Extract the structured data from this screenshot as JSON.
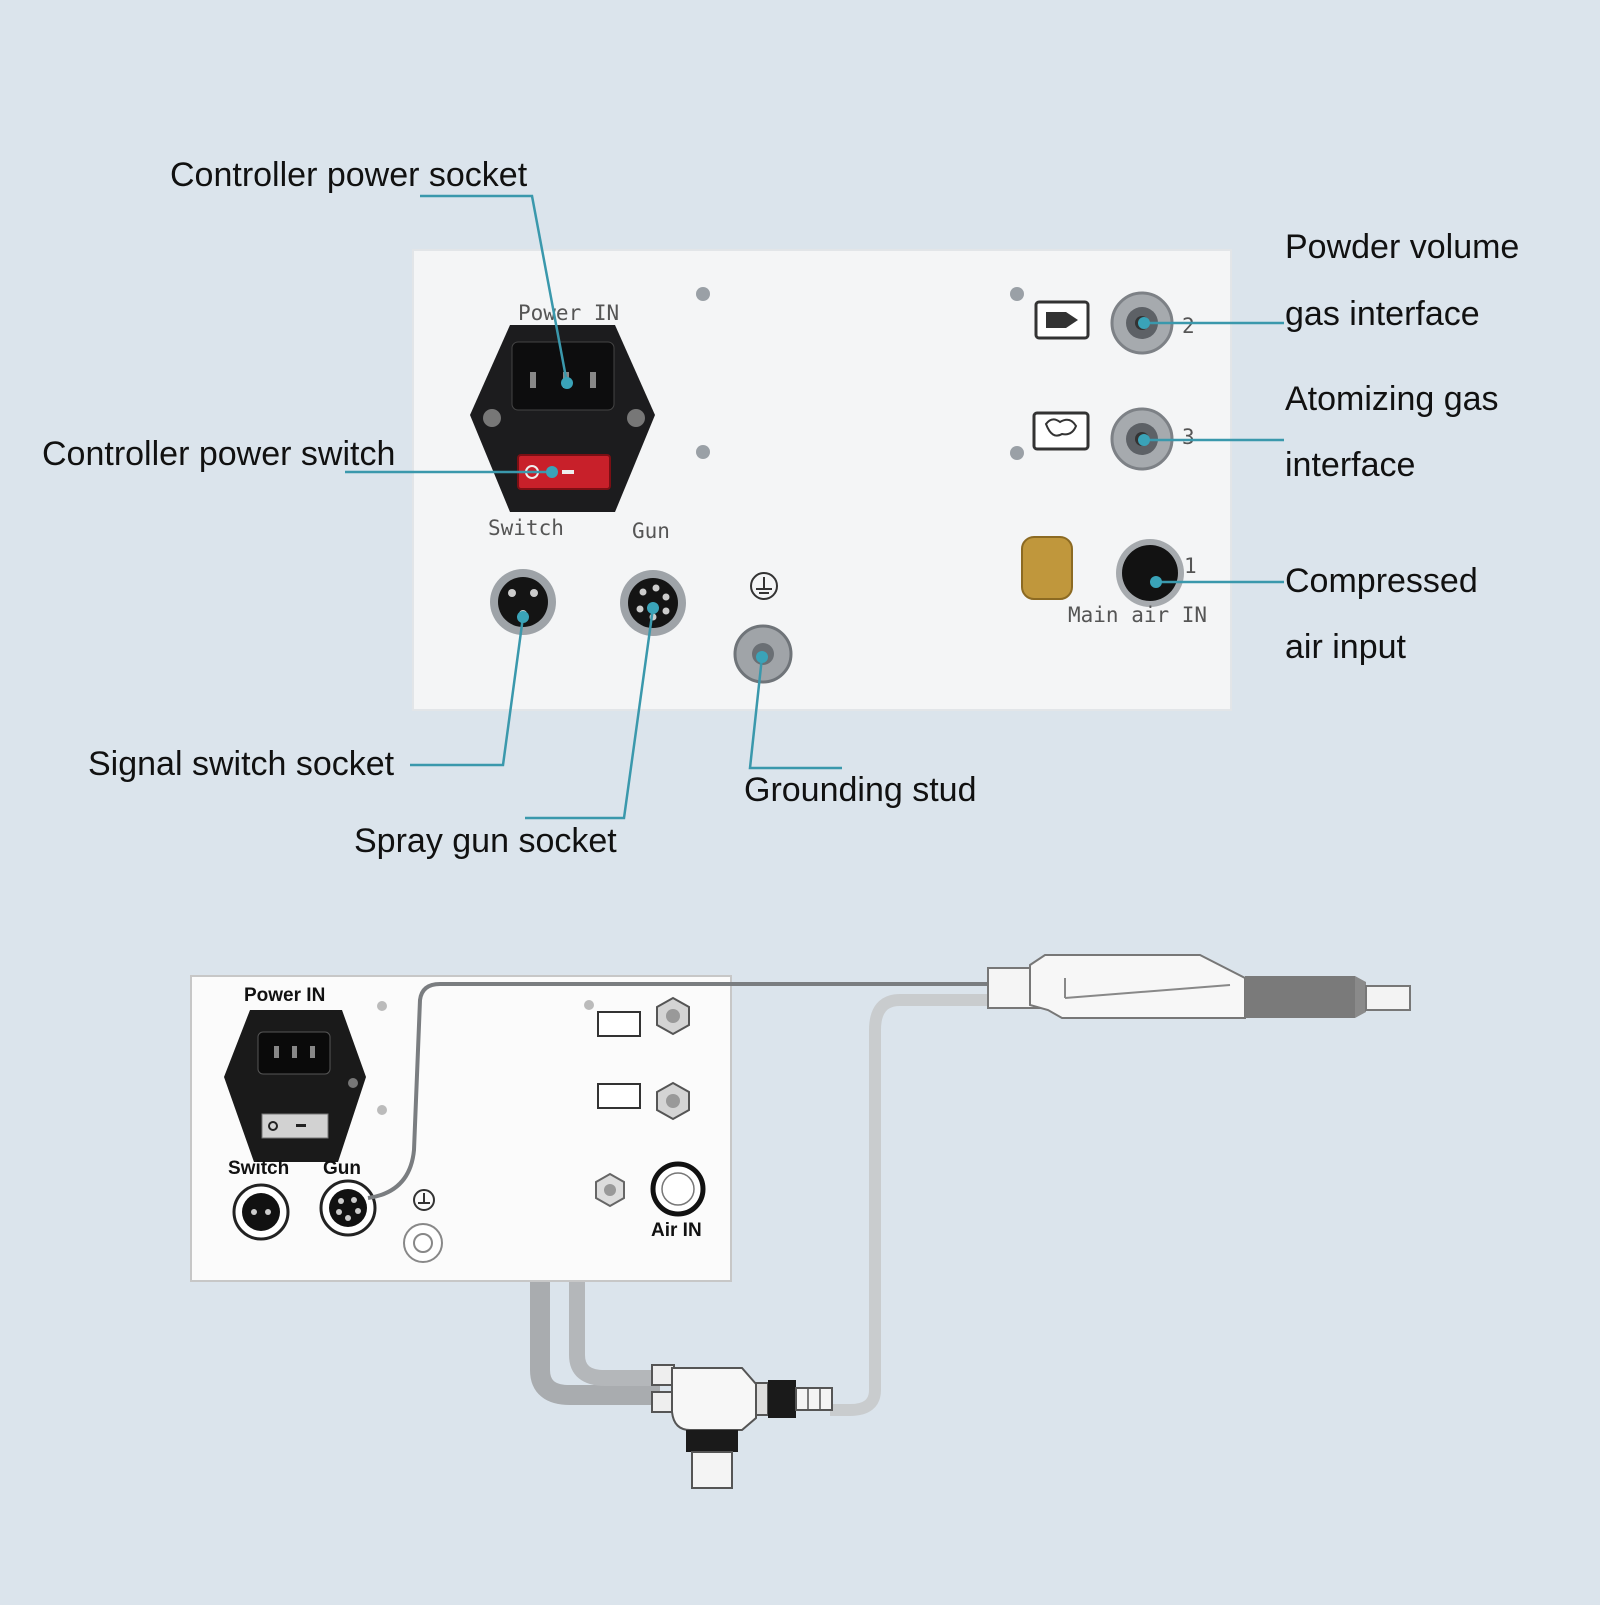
{
  "callouts": {
    "power_socket": "Controller power socket",
    "power_switch": "Controller power switch",
    "powder_line1": "Powder volume",
    "powder_line2": "gas interface",
    "atomizing_line1": "Atomizing gas",
    "atomizing_line2": "interface",
    "compressed_line1": "Compressed",
    "compressed_line2": "air input",
    "signal_socket": "Signal switch socket",
    "spray_socket": "Spray gun socket",
    "grounding": "Grounding stud"
  },
  "photo_panel": {
    "power_in": "Power IN",
    "switch": "Switch",
    "gun": "Gun",
    "main_air_in": "Main air IN",
    "port_1": "1",
    "port_2": "2",
    "port_3": "3"
  },
  "line_drawing": {
    "power_in": "Power IN",
    "switch": "Switch",
    "gun": "Gun",
    "air_in": "Air IN"
  },
  "colors": {
    "background": "#dbe4ec",
    "leader": "#3a98ac"
  }
}
